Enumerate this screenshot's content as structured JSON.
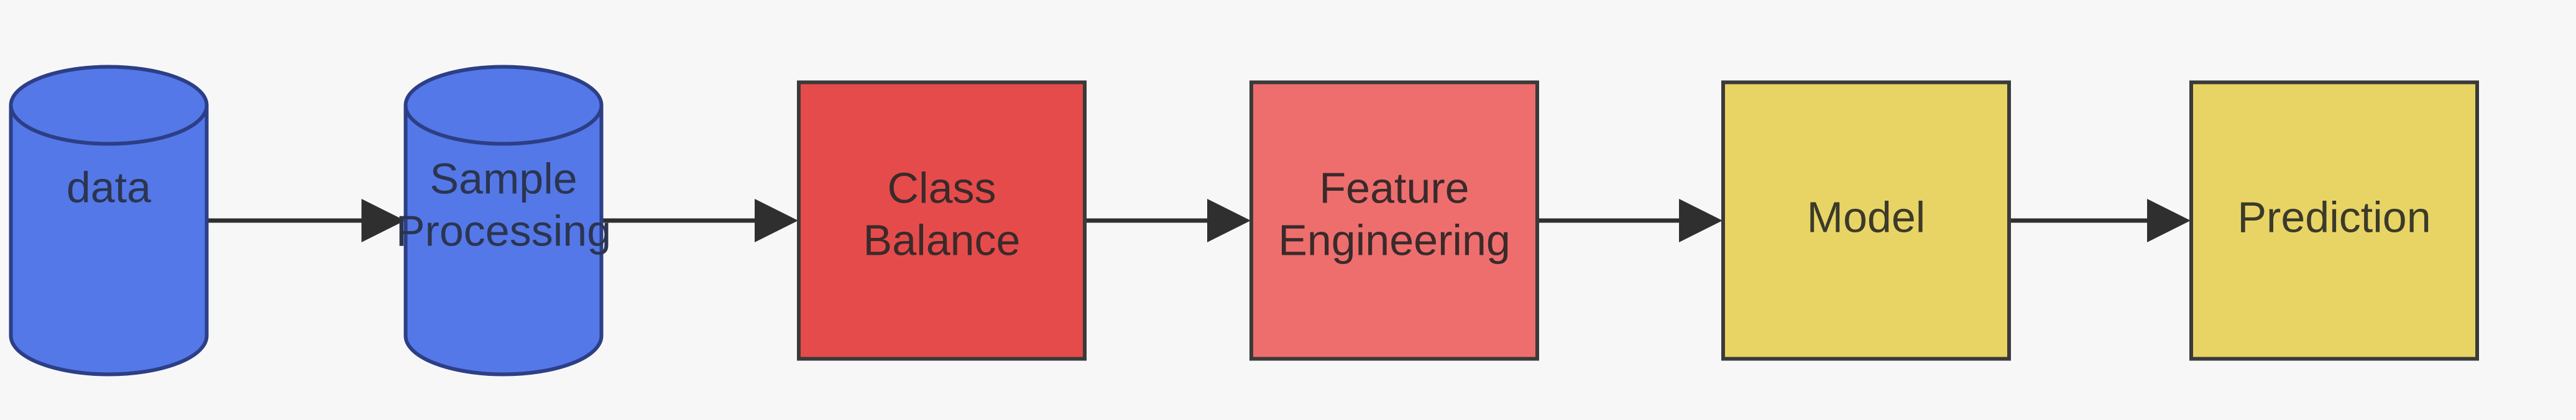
{
  "nodes": [
    {
      "id": "data",
      "shape": "cylinder",
      "lines": [
        "data"
      ],
      "fill": "#5578e8",
      "stroke": "#2c3f86"
    },
    {
      "id": "sample-processing",
      "shape": "cylinder",
      "lines": [
        "Sample",
        "Processing"
      ],
      "fill": "#5578e8",
      "stroke": "#2c3f86"
    },
    {
      "id": "class-balance",
      "shape": "box",
      "lines": [
        "Class",
        "Balance"
      ],
      "fill": "#e64b4b",
      "stroke": "#3a3a3a"
    },
    {
      "id": "feature-engineering",
      "shape": "box",
      "lines": [
        "Feature",
        "Engineering"
      ],
      "fill": "#ee6e6e",
      "stroke": "#3a3a3a"
    },
    {
      "id": "model",
      "shape": "box",
      "lines": [
        "Model"
      ],
      "fill": "#e8d465",
      "stroke": "#3a3a3a"
    },
    {
      "id": "prediction",
      "shape": "box",
      "lines": [
        "Prediction"
      ],
      "fill": "#e8d465",
      "stroke": "#3a3a3a"
    }
  ],
  "edges": [
    {
      "from": "data",
      "to": "sample-processing"
    },
    {
      "from": "sample-processing",
      "to": "class-balance"
    },
    {
      "from": "class-balance",
      "to": "feature-engineering"
    },
    {
      "from": "feature-engineering",
      "to": "model"
    },
    {
      "from": "model",
      "to": "prediction"
    }
  ],
  "colors": {
    "background": "#f7f7f7",
    "arrow": "#2f2f2f"
  }
}
